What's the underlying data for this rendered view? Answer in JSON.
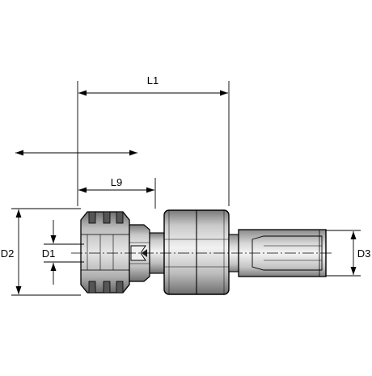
{
  "dimensions": {
    "l1": "L1",
    "l9": "L9",
    "d1": "D1",
    "d2": "D2",
    "d3": "D3"
  },
  "colors": {
    "line": "#000000",
    "fill_light": "#e6e6e6",
    "fill_mid": "#c8c8c8",
    "fill_dark": "#9a9a9a",
    "background": "#ffffff"
  }
}
